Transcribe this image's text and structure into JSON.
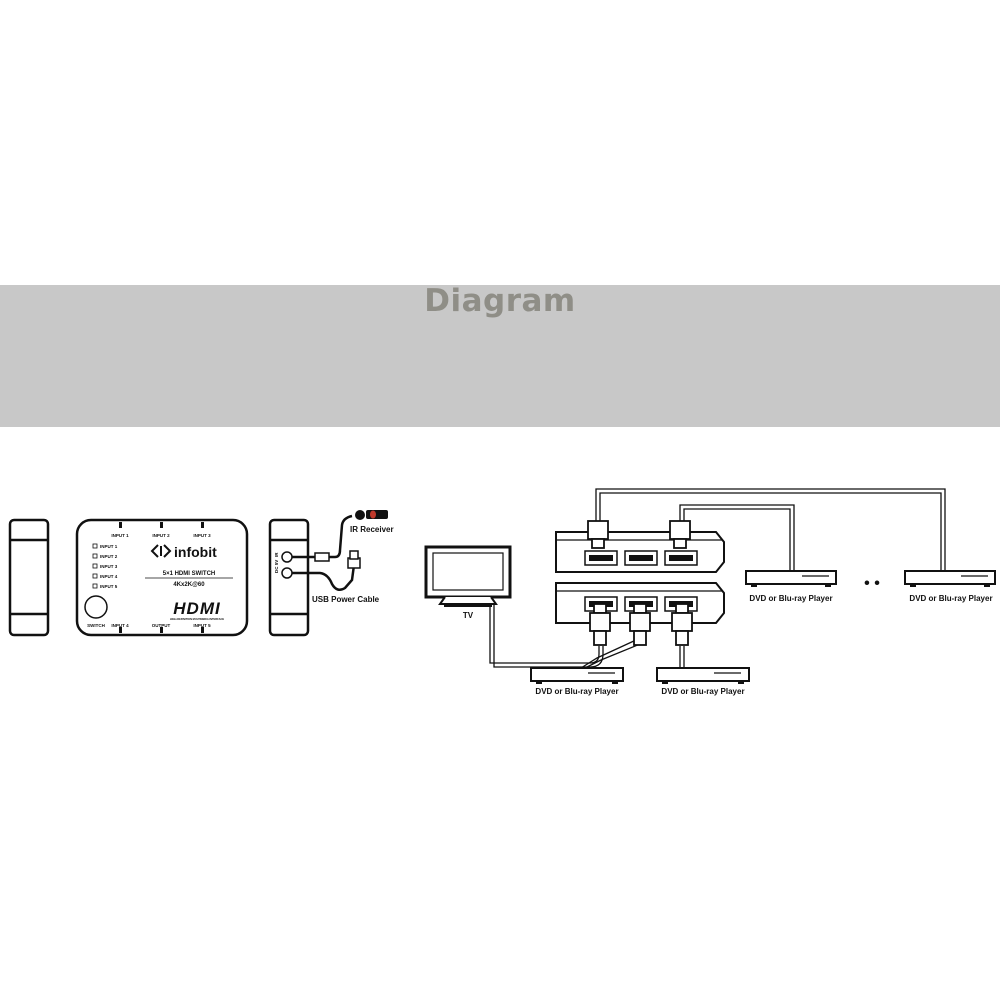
{
  "header": {
    "title": "Diagram"
  },
  "switch_unit": {
    "brand": "infobit",
    "model_line": "5×1 HDMI SWITCH",
    "resolution_line": "4Kx2K@60",
    "hdmi_logo": "HDMI",
    "hdmi_tagline": "HIGH-DEFINITION MULTIMEDIA INTERFACE",
    "top_port_labels": [
      "INPUT 1",
      "INPUT 2",
      "INPUT 3"
    ],
    "bottom_port_labels": [
      "SWITCH",
      "INPUT 4",
      "OUTPUT",
      "INPUT 5"
    ],
    "indicator_labels": [
      "INPUT 1",
      "INPUT 2",
      "INPUT 3",
      "INPUT 4",
      "INPUT 5"
    ]
  },
  "side_unit": {
    "port_labels": [
      "IR",
      "DC 5V"
    ],
    "ir_receiver_label": "IR Receiver",
    "usb_cable_label": "USB Power Cable"
  },
  "connection": {
    "tv_label": "TV",
    "player_labels": [
      "DVD or Blu-ray Player",
      "DVD or Blu-ray Player",
      "DVD or Blu-ray Player",
      "DVD or Blu-ray Player"
    ],
    "ellipsis": "• •"
  }
}
